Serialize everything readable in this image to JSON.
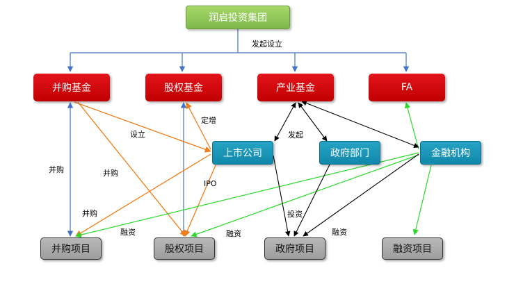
{
  "nodes": {
    "group": "润启投资集团",
    "merger_fund": "并购基金",
    "equity_fund": "股权基金",
    "industry_fund": "产业基金",
    "fa": "FA",
    "listed_company": "上市公司",
    "government": "政府部门",
    "financial_institution": "金融机构",
    "merger_project": "并购项目",
    "equity_project": "股权项目",
    "government_project": "政府项目",
    "financing_project": "融资项目"
  },
  "edge_labels": {
    "initiate_setup": "发起设立",
    "setup": "设立",
    "private_placement": "定增",
    "initiate": "发起",
    "merger_a": "并购",
    "merger_b": "并购",
    "merger_c": "并购",
    "ipo": "IPO",
    "investment": "投资",
    "financing_a": "融资",
    "financing_b": "融资",
    "financing_c": "融资"
  },
  "colors": {
    "blue_line": "#4472c4",
    "orange_line": "#f07d19",
    "green_line": "#2bd92b",
    "black_line": "#000000"
  }
}
